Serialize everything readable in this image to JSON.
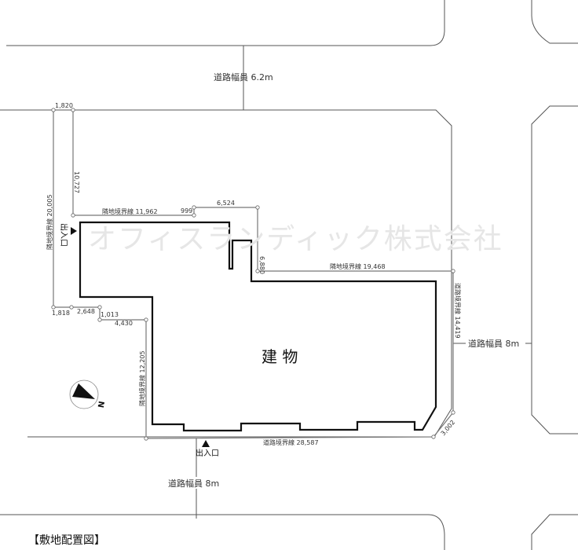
{
  "roads": {
    "top": "道路幅員 6.2m",
    "right": "道路幅員 8m",
    "bottom": "道路幅員 8m"
  },
  "building_label": "建 物",
  "watermark": "オフィスランディック株式会社",
  "entrances": {
    "left": "出入口",
    "bottom": "出入口"
  },
  "dimensions": {
    "d1820": "1,820",
    "d10727": "10,727",
    "d20005": "隣地境界線 20,005",
    "d11962": "隣地境界線 11,962",
    "d999": "999",
    "d6524": "6,524",
    "d6880": "6,880",
    "d19468": "隣地境界線 19,468",
    "d14419": "道路境界線 14,419",
    "d1818": "1,818",
    "d2648": "2,648",
    "d1013": "1,013",
    "d4430": "4,430",
    "d12205": "隣地境界線 12,205",
    "d28587": "道路境界線 28,587",
    "d3002": "3,002"
  },
  "compass": "N",
  "title": "【敷地配置図】"
}
